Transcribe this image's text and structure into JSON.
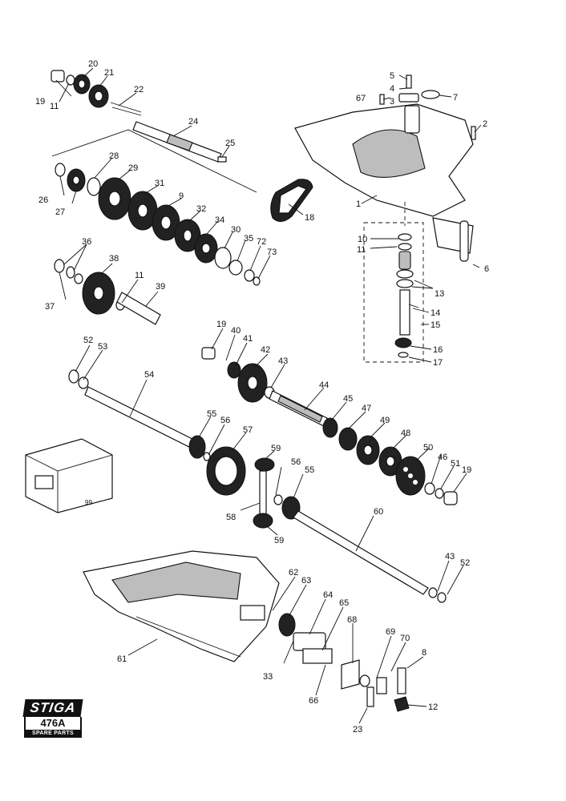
{
  "labels": {
    "l1": "1",
    "l2": "2",
    "l3": "3",
    "l4": "4",
    "l5": "5",
    "l6": "6",
    "l7": "7",
    "l8": "8",
    "l9": "9",
    "l10": "10",
    "l11a": "11",
    "l11b": "11",
    "l11c": "11",
    "l12": "12",
    "l13": "13",
    "l14": "14",
    "l15": "15",
    "l16": "16",
    "l17": "17",
    "l18": "18",
    "l19a": "19",
    "l19b": "19",
    "l19c": "19",
    "l20": "20",
    "l21": "21",
    "l22": "22",
    "l23": "23",
    "l24": "24",
    "l25": "25",
    "l26": "26",
    "l27": "27",
    "l28": "28",
    "l29": "29",
    "l30": "30",
    "l31": "31",
    "l32": "32",
    "l33": "33",
    "l34": "34",
    "l35": "35",
    "l36": "36",
    "l37": "37",
    "l38": "38",
    "l39": "39",
    "l40": "40",
    "l41": "41",
    "l42": "42",
    "l43a": "43",
    "l43b": "43",
    "l44": "44",
    "l45": "45",
    "l46": "46",
    "l47": "47",
    "l48": "48",
    "l49": "49",
    "l50": "50",
    "l51": "51",
    "l52a": "52",
    "l52b": "52",
    "l53": "53",
    "l54": "54",
    "l55a": "55",
    "l55b": "55",
    "l56a": "56",
    "l56b": "56",
    "l57": "57",
    "l58": "58",
    "l59a": "59",
    "l59b": "59",
    "l60": "60",
    "l61": "61",
    "l62": "62",
    "l63": "63",
    "l64": "64",
    "l65": "65",
    "l66": "66",
    "l67": "67",
    "l68": "68",
    "l69": "69",
    "l70": "70",
    "l72": "72",
    "l73": "73",
    "l99": "99"
  },
  "logo": {
    "brand": "STIGA",
    "model": "476A",
    "subtitle": "SPARE PARTS"
  }
}
